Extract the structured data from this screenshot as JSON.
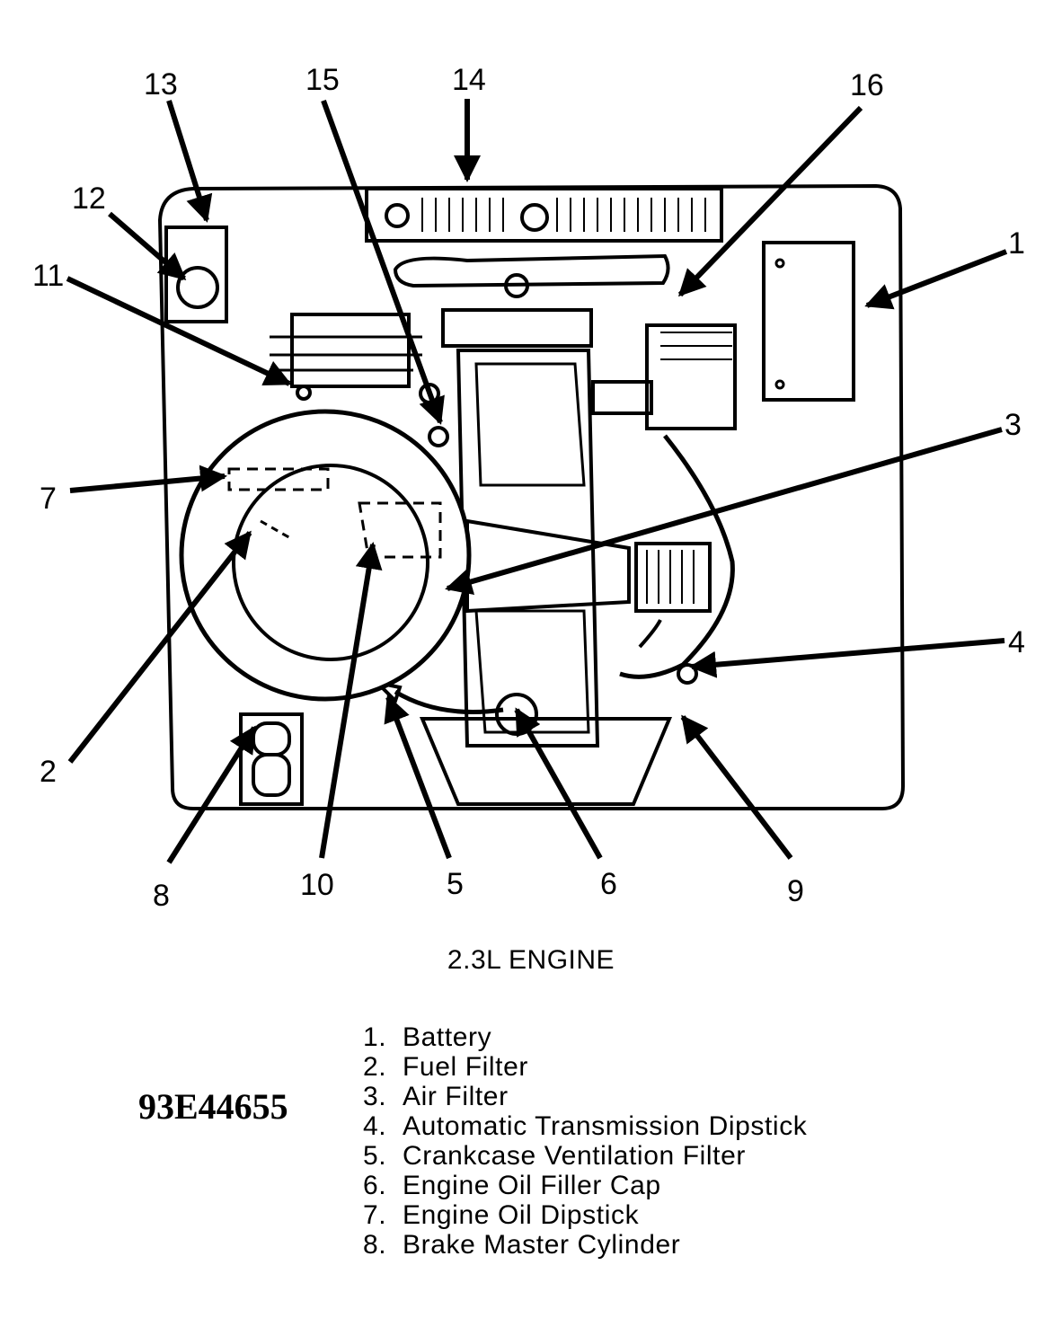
{
  "caption": "2.3L ENGINE",
  "figure_code": "93E44655",
  "callouts": [
    "1",
    "2",
    "3",
    "4",
    "5",
    "6",
    "7",
    "8",
    "9",
    "10",
    "11",
    "12",
    "13",
    "14",
    "15",
    "16"
  ],
  "legend": [
    {
      "num": "1.",
      "label": "Battery"
    },
    {
      "num": "2.",
      "label": "Fuel Filter"
    },
    {
      "num": "3.",
      "label": "Air Filter"
    },
    {
      "num": "4.",
      "label": "Automatic Transmission Dipstick"
    },
    {
      "num": "5.",
      "label": "Crankcase Ventilation Filter"
    },
    {
      "num": "6.",
      "label": "Engine Oil Filler Cap"
    },
    {
      "num": "7.",
      "label": "Engine Oil Dipstick"
    },
    {
      "num": "8.",
      "label": "Brake Master Cylinder"
    }
  ]
}
